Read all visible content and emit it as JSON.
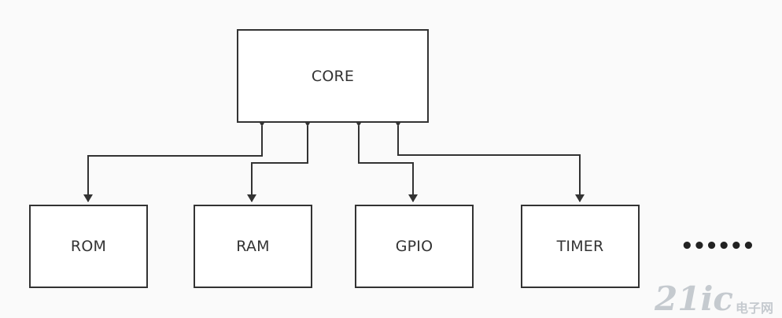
{
  "diagram": {
    "core": "CORE",
    "peripherals": [
      "ROM",
      "RAM",
      "GPIO",
      "TIMER"
    ],
    "more": "••••••",
    "connections": "bidirectional"
  },
  "watermark": {
    "number": "21ic",
    "line1": "电子网",
    "line2": ""
  }
}
